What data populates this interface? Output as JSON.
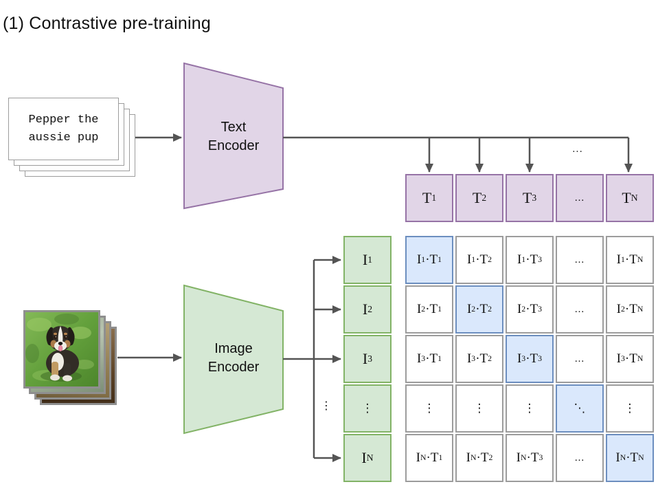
{
  "title": "(1) Contrastive pre-training",
  "text_input": {
    "line1": "Pepper the",
    "line2": "aussie pup"
  },
  "text_encoder": {
    "line1": "Text",
    "line2": "Encoder"
  },
  "image_encoder": {
    "line1": "Image",
    "line2": "Encoder"
  },
  "text_embeddings": {
    "cells": [
      "T_1",
      "T_2",
      "T_3",
      "...",
      "T_N"
    ],
    "ellipsis_above_row": "..."
  },
  "image_embeddings": {
    "cells": [
      "I_1",
      "I_2",
      "I_3",
      "⋮",
      "I_N"
    ],
    "branch_dots": "⋮"
  },
  "similarity_matrix": {
    "rows": [
      [
        "I_1·T_1",
        "I_1·T_2",
        "I_1·T_3",
        "...",
        "I_1·T_N"
      ],
      [
        "I_2·T_1",
        "I_2·T_2",
        "I_2·T_3",
        "...",
        "I_2·T_N"
      ],
      [
        "I_3·T_1",
        "I_3·T_2",
        "I_3·T_3",
        "...",
        "I_3·T_N"
      ],
      [
        "⋮",
        "⋮",
        "⋮",
        "⋱",
        "⋮"
      ],
      [
        "I_N·T_1",
        "I_N·T_2",
        "I_N·T_3",
        "...",
        "I_N·T_N"
      ]
    ]
  },
  "colors": {
    "text_fill": "#E1D5E7",
    "text_border": "#9673A6",
    "image_fill": "#D5E8D4",
    "image_border": "#82B366",
    "diagonal_fill": "#DAE8FC",
    "diagonal_border": "#6C8EBF",
    "matrix_border": "#9c9c9c",
    "arrow": "#545454"
  }
}
